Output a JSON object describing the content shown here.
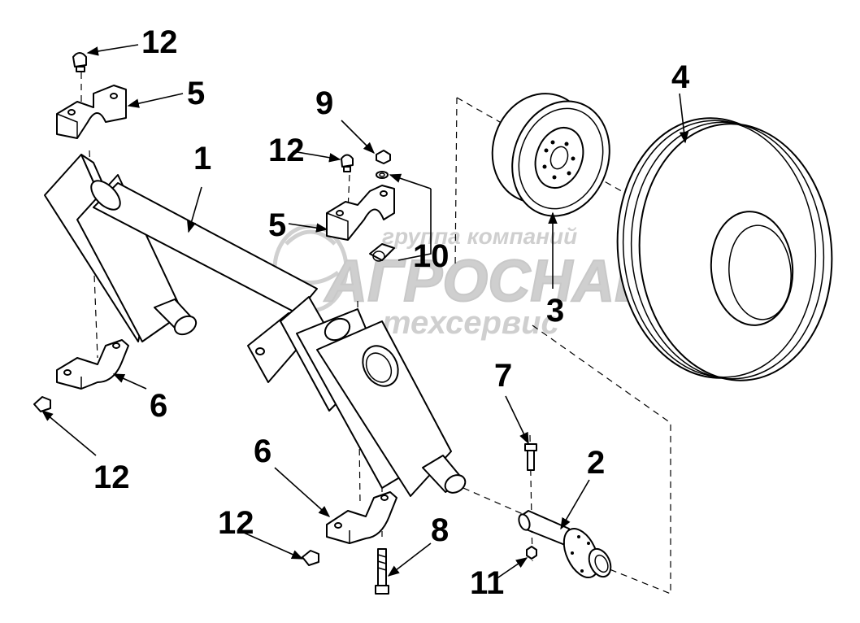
{
  "watermark": {
    "line1": "группа компаний",
    "line2": "АГРОСНАБ",
    "line3": "техсервис"
  },
  "callouts": {
    "c1": "1",
    "c2": "2",
    "c3": "3",
    "c4": "4",
    "c5a": "5",
    "c5b": "5",
    "c6a": "6",
    "c6b": "6",
    "c7": "7",
    "c8": "8",
    "c9": "9",
    "c10": "10",
    "c11": "11",
    "c12a": "12",
    "c12b": "12",
    "c12c": "12",
    "c12d": "12"
  }
}
